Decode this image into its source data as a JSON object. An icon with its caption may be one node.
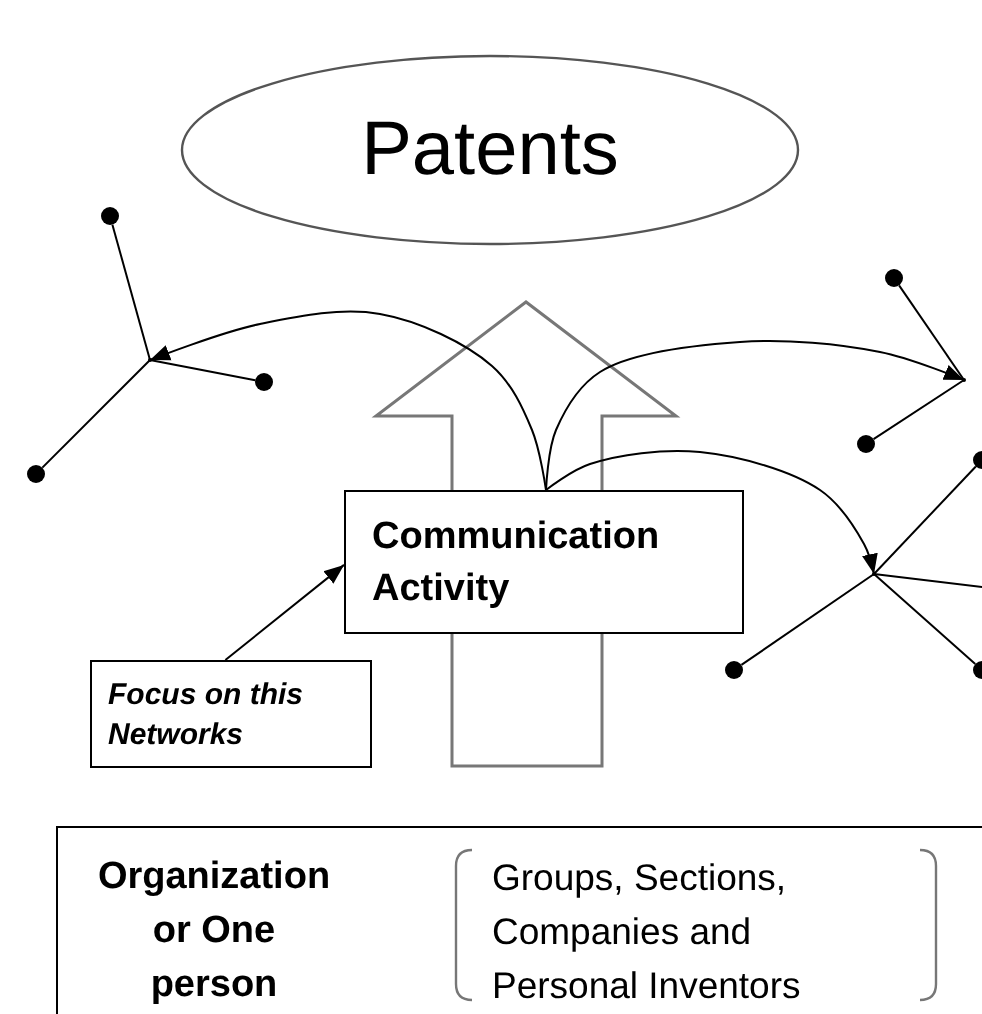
{
  "diagram": {
    "nodes": [
      {
        "text": [
          "Patents"
        ]
      },
      {
        "text": [],
        "shape": "circle"
      },
      {
        "text": [],
        "shape": "circle"
      },
      {
        "text": [],
        "shape": "point"
      },
      {
        "text": [],
        "shape": "point"
      },
      {
        "text": [],
        "shape": "circle"
      },
      {
        "text": [],
        "shape": "circle"
      },
      {
        "text": [],
        "shape": "circle"
      },
      {
        "text": [],
        "shape": "circle"
      },
      {
        "text": [
          "Communication Activity"
        ]
      },
      {
        "text": [],
        "shape": "point"
      },
      {
        "text": [],
        "shape": "circle"
      },
      {
        "text": [],
        "shape": "circle"
      },
      {
        "text": [
          "Focus on this Networks"
        ]
      },
      {
        "text": [
          "Organization or One person",
          "Groups, Sections, Companies and Personal Inventors"
        ]
      }
    ],
    "edges": [
      {
        "from": 1,
        "to": 3,
        "arrow": "none"
      },
      {
        "from": 3,
        "to": 5,
        "arrow": "none"
      },
      {
        "from": 3,
        "to": 8,
        "arrow": "none"
      },
      {
        "from": 9,
        "to": 3,
        "arrow": "to"
      },
      {
        "from": 9,
        "to": 4,
        "arrow": "to"
      },
      {
        "from": 9,
        "to": 10,
        "arrow": "to"
      },
      {
        "from": 2,
        "to": 4,
        "arrow": "none"
      },
      {
        "from": 4,
        "to": 6,
        "arrow": "none"
      },
      {
        "from": 7,
        "to": 10,
        "arrow": "none"
      },
      {
        "from": 10,
        "to": 11,
        "arrow": "none"
      },
      {
        "from": 10,
        "to": 12,
        "arrow": "none"
      },
      {
        "from": 10,
        "to": null,
        "arrow": "none"
      },
      {
        "from": 13,
        "to": 9,
        "arrow": "to"
      },
      {
        "from": 14,
        "to": 0,
        "arrow": "to",
        "style": "thick"
      }
    ]
  }
}
